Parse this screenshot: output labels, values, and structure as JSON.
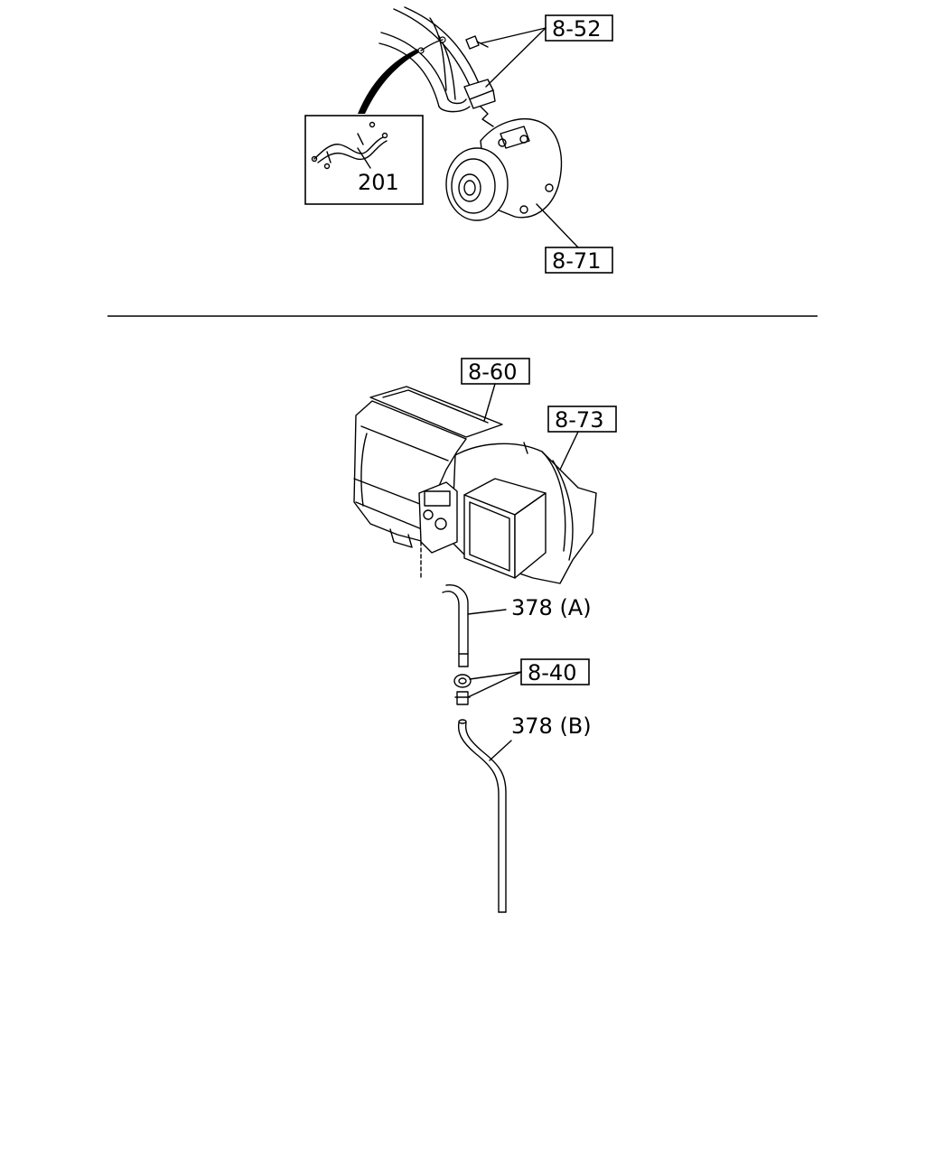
{
  "callouts": {
    "ref_8_52": "8-52",
    "ref_8_71": "8-71",
    "ref_8_60": "8-60",
    "ref_8_73": "8-73",
    "ref_8_40": "8-40"
  },
  "parts": {
    "p201": "201",
    "p378a": "378 (A)",
    "p378b": "378 (B)"
  }
}
